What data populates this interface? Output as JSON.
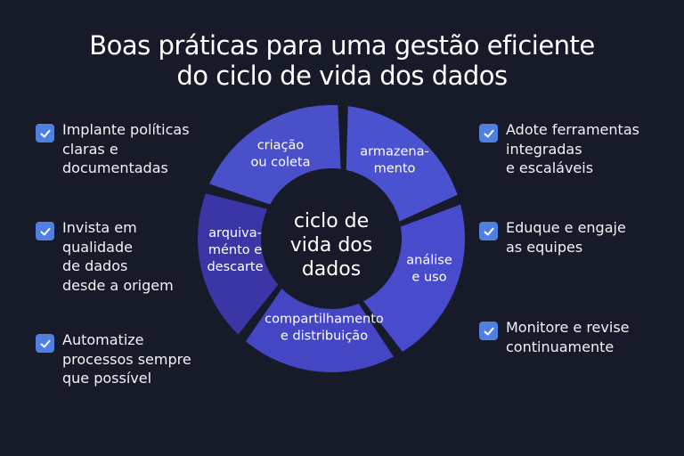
{
  "title": {
    "line1": "Boas práticas para uma gestão eficiente",
    "line2": "do ciclo de vida dos dados"
  },
  "left_items": [
    {
      "text": "Implante políticas\nclaras e\ndocumentadas",
      "icon": "checkbox-checked-icon"
    },
    {
      "text": "Invista em\nqualidade\nde dados\ndesde a origem",
      "icon": "checkbox-checked-icon"
    },
    {
      "text": "Automatize\nprocessos sempre\nque possível",
      "icon": "checkbox-checked-icon"
    }
  ],
  "right_items": [
    {
      "text": "Adote ferramentas\nintegradas\ne escaláveis",
      "icon": "checkbox-checked-icon"
    },
    {
      "text": "Eduque e engaje\nas equipes",
      "icon": "checkbox-checked-icon"
    },
    {
      "text": "Monitore e revise\ncontinuamente",
      "icon": "checkbox-checked-icon"
    }
  ],
  "cycle": {
    "center": [
      "ciclo de",
      "vida dos",
      "dados"
    ],
    "stages": [
      {
        "lines": [
          "criação",
          "ou coleta"
        ],
        "color": "#4a52cf"
      },
      {
        "lines": [
          "armazena-",
          "mento"
        ],
        "color": "#474bcc"
      },
      {
        "lines": [
          "análise",
          "e uso"
        ],
        "color": "#4446c4"
      },
      {
        "lines": [
          "compartilhamento",
          "e distribuição"
        ],
        "color": "#3b36a6"
      },
      {
        "lines": [
          "arquiva-",
          "ménto e",
          "descarte"
        ],
        "color": "#4a50c9"
      }
    ]
  },
  "colors": {
    "background": "#161a29",
    "checkbox": "#4f7fe0",
    "center": "#161a29"
  }
}
